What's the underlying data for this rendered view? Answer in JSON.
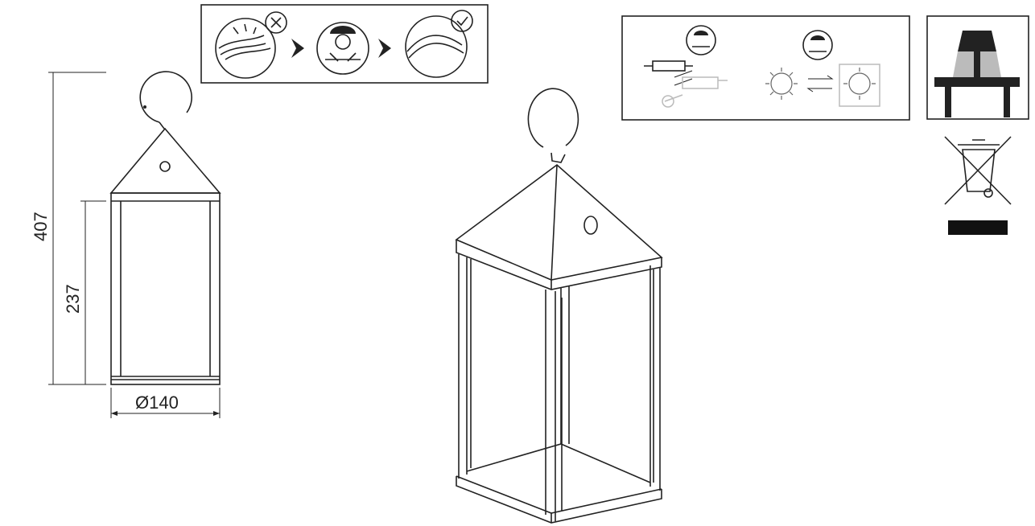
{
  "dimensions": {
    "total_height": "407",
    "body_height": "237",
    "diameter": "Ø140"
  },
  "icons": {
    "wiring_panel": [
      "damaged-cable-icon",
      "chevron-right-icon",
      "technician-icon",
      "chevron-right-icon",
      "intact-cable-icon"
    ],
    "replacement_panel": [
      "driver-replace-icon",
      "technician-icon",
      "light-source-replace-icon"
    ],
    "indoor_use": "table-lamp-icon",
    "disposal": "crossed-out-bin-icon"
  }
}
